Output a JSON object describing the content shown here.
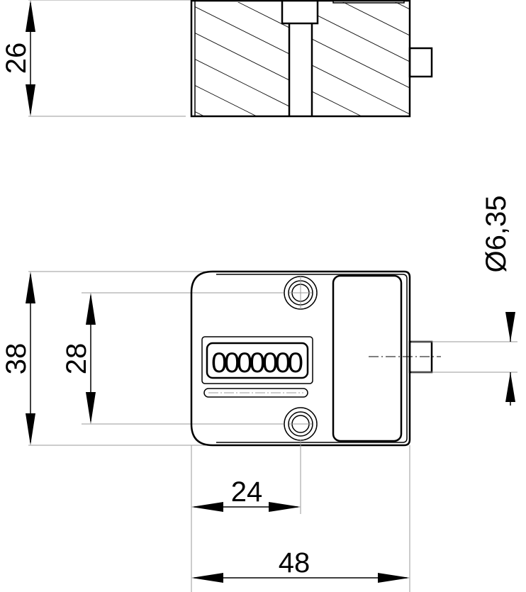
{
  "dimensions": {
    "height_side": "26",
    "height_front": "38",
    "hole_spacing": "28",
    "hole_offset": "24",
    "width": "48",
    "shaft_diameter": "Ø6,35"
  },
  "counter_display": "0000000"
}
